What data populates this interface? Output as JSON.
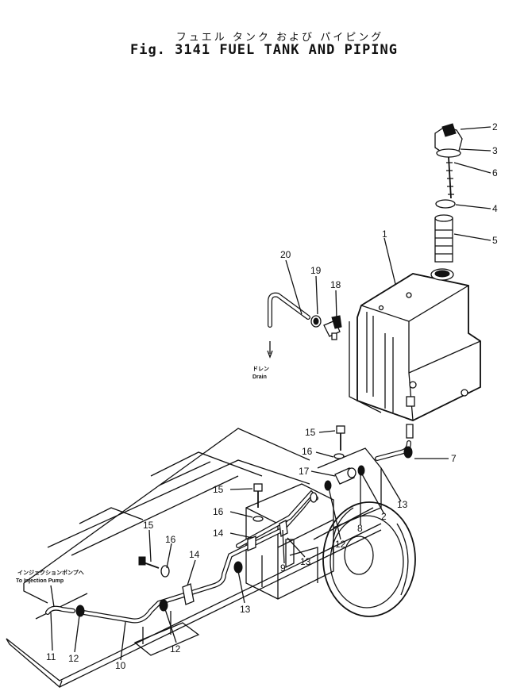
{
  "title": {
    "japanese": "フュエル タンク および パイピング",
    "english": "Fig. 3141 FUEL TANK AND PIPING"
  },
  "annotations": {
    "drain_jp": "ドレン",
    "drain_en": "Drain",
    "pump_jp": "インジェクションポンプへ",
    "pump_en": "To Injection Pump"
  },
  "callouts": [
    "1",
    "2",
    "3",
    "6",
    "4",
    "5",
    "20",
    "19",
    "18",
    "15",
    "16",
    "7",
    "17",
    "8",
    "2",
    "13",
    "15",
    "16",
    "12",
    "14",
    "9",
    "13",
    "15",
    "16",
    "14",
    "13",
    "11",
    "12",
    "10",
    "12"
  ]
}
